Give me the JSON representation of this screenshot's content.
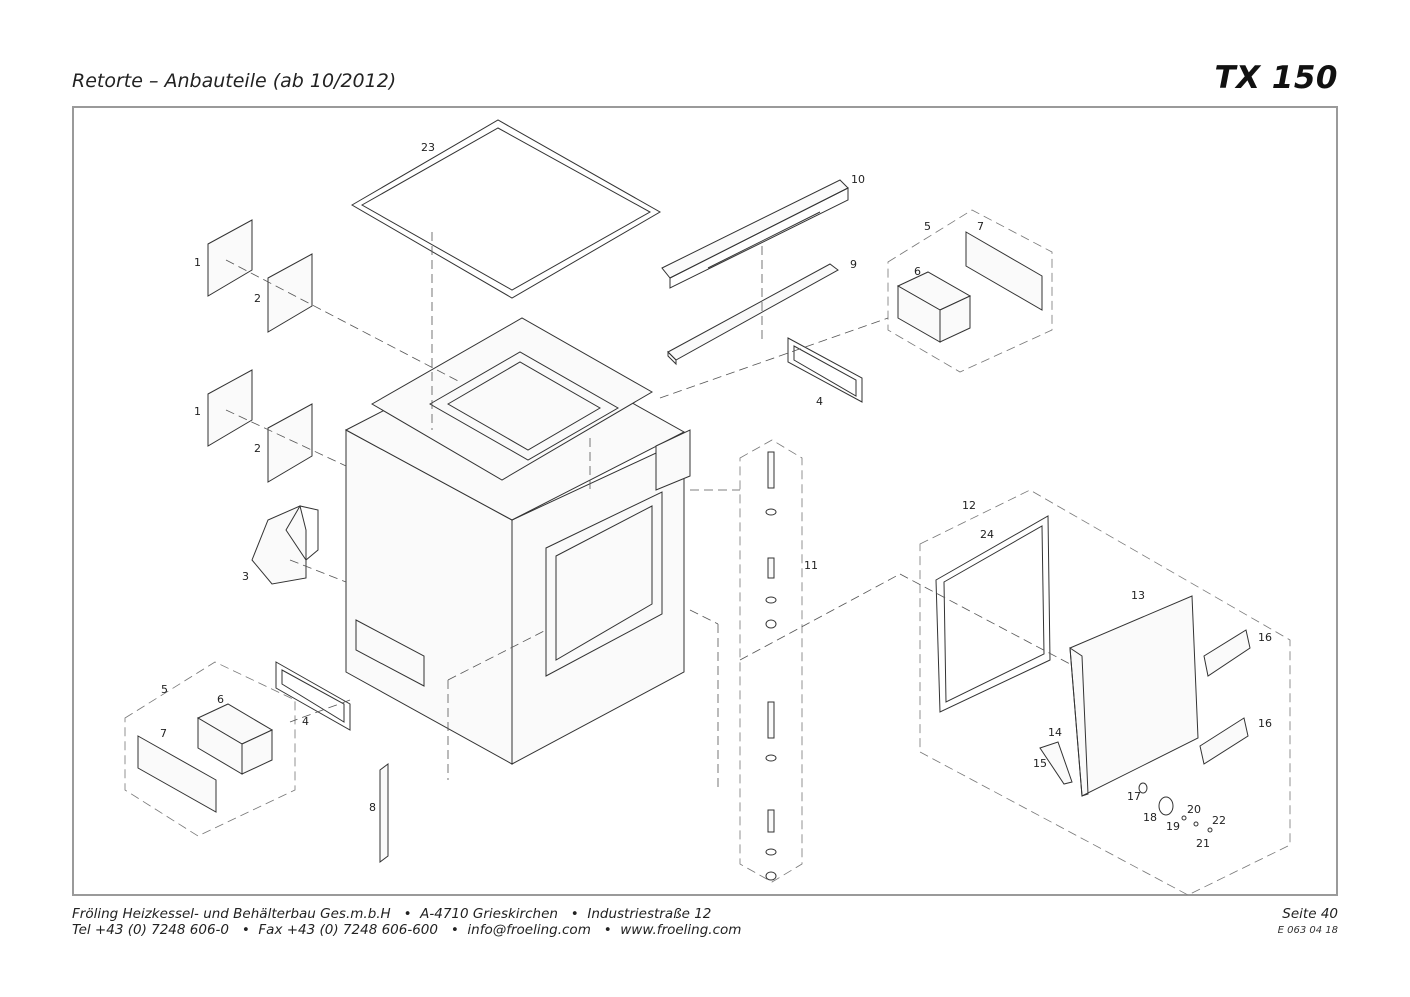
{
  "header": {
    "title": "Retorte – Anbauteile (ab 10/2012)",
    "model": "TX 150"
  },
  "footer": {
    "company_line": "Fröling Heizkessel- und Behälterbau Ges.m.b.H   •  A-4710 Grieskirchen   •  Industriestraße 12",
    "contact_line": "Tel +43 (0) 7248 606-0   •  Fax +43 (0) 7248 606-600   •  info@froeling.com   •  www.froeling.com",
    "page": "Seite 40",
    "doc_code": "E 063 04 18"
  },
  "callouts": {
    "c1a": "1",
    "c2a": "2",
    "c1b": "1",
    "c2b": "2",
    "c3": "3",
    "c23": "23",
    "c10": "10",
    "c9": "9",
    "c4a": "4",
    "c5a": "5",
    "c7a": "7",
    "c6a": "6",
    "c5b": "5",
    "c6b": "6",
    "c7b": "7",
    "c4b": "4",
    "c8": "8",
    "c11": "11",
    "c12": "12",
    "c24": "24",
    "c13": "13",
    "c16a": "16",
    "c16b": "16",
    "c14": "14",
    "c15": "15",
    "c17": "17",
    "c18": "18",
    "c19": "19",
    "c20": "20",
    "c21": "21",
    "c22": "22"
  }
}
